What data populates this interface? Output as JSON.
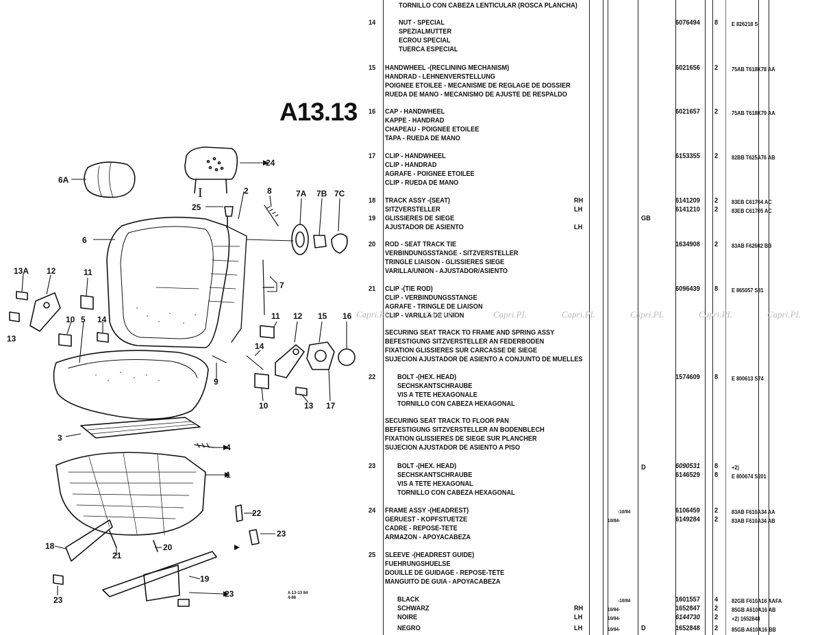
{
  "section": {
    "title": "A13.13",
    "drawing_code": [
      "A 13-13 84",
      "4-88"
    ]
  },
  "callouts": [
    {
      "id": "c24",
      "text": "24"
    },
    {
      "id": "c6A",
      "text": "6A"
    },
    {
      "id": "c2",
      "text": "2"
    },
    {
      "id": "c8",
      "text": "8"
    },
    {
      "id": "c7A",
      "text": "7A"
    },
    {
      "id": "c7B",
      "text": "7B"
    },
    {
      "id": "c7C",
      "text": "7C"
    },
    {
      "id": "c25",
      "text": "25"
    },
    {
      "id": "c6",
      "text": "6"
    },
    {
      "id": "c13A",
      "text": "13A"
    },
    {
      "id": "c12a",
      "text": "12"
    },
    {
      "id": "c11a",
      "text": "11"
    },
    {
      "id": "c13a",
      "text": "13"
    },
    {
      "id": "c10a",
      "text": "10"
    },
    {
      "id": "c5",
      "text": "5"
    },
    {
      "id": "c14a",
      "text": "14"
    },
    {
      "id": "c7",
      "text": "7"
    },
    {
      "id": "c11b",
      "text": "11"
    },
    {
      "id": "c12b",
      "text": "12"
    },
    {
      "id": "c15",
      "text": "15"
    },
    {
      "id": "c16",
      "text": "16"
    },
    {
      "id": "c14b",
      "text": "14"
    },
    {
      "id": "c9",
      "text": "9"
    },
    {
      "id": "c10b",
      "text": "10"
    },
    {
      "id": "c13b",
      "text": "13"
    },
    {
      "id": "c17",
      "text": "17"
    },
    {
      "id": "c3",
      "text": "3"
    },
    {
      "id": "c4",
      "text": "4"
    },
    {
      "id": "c1",
      "text": "1"
    },
    {
      "id": "c22",
      "text": "22"
    },
    {
      "id": "c23a",
      "text": "23"
    },
    {
      "id": "c18",
      "text": "18"
    },
    {
      "id": "c21",
      "text": "21"
    },
    {
      "id": "c20",
      "text": "20"
    },
    {
      "id": "c19",
      "text": "19"
    },
    {
      "id": "c23b",
      "text": "23"
    },
    {
      "id": "c23c",
      "text": "23"
    }
  ],
  "seat_back_mark": "I",
  "parts": [
    {
      "text": "TORNILLO CON CABEZA LENTICULAR (ROSCA PLANCHA)"
    },
    {
      "text": "14"
    },
    {
      "text": "NUT - SPECIAL"
    },
    {
      "text": "SPEZIALMUTTER"
    },
    {
      "text": "ECROU SPECIAL"
    },
    {
      "text": "TUERCA ESPECIAL"
    },
    {
      "text": "6076494"
    },
    {
      "text": "8"
    },
    {
      "text": "E 826218 S"
    },
    {
      "text": "15"
    },
    {
      "text": "HANDWHEEL -(RECLINING MECHANISM)"
    },
    {
      "text": "HANDRAD - LEHNENVERSTELLUNG"
    },
    {
      "text": "POIGNEE ETOILEE - MECANISME DE REGLAGE DE DOSSIER"
    },
    {
      "text": "RUEDA DE MANO - MECANISMO DE AJUSTE DE RESPALDO"
    },
    {
      "text": "6021656"
    },
    {
      "text": "2"
    },
    {
      "text": "75AB T618K78 AA"
    },
    {
      "text": "16"
    },
    {
      "text": "CAP - HANDWHEEL"
    },
    {
      "text": "KAPPE - HANDRAD"
    },
    {
      "text": "CHAPEAU - POIGNEE ETOILEE"
    },
    {
      "text": "TAPA - RUEDA DE MANO"
    },
    {
      "text": "6021657"
    },
    {
      "text": "2"
    },
    {
      "text": "75AB T618K79 AA"
    },
    {
      "text": "17"
    },
    {
      "text": "CLIP - HANDWHEEL"
    },
    {
      "text": "CLIP - HANDRAD"
    },
    {
      "text": "AGRAFE - POIGNEE ETOILEE"
    },
    {
      "text": "CLIP - RUEDA DE MANO"
    },
    {
      "text": "6153355"
    },
    {
      "text": "2"
    },
    {
      "text": "82BB T625A76 AB"
    },
    {
      "text": "18"
    },
    {
      "text": "TRACK ASSY -(SEAT)"
    },
    {
      "text": "SITZVERSTELLER"
    },
    {
      "text": "19"
    },
    {
      "text": "GLISSIERES DE SIEGE"
    },
    {
      "text": "AJUSTADOR DE ASIENTO"
    },
    {
      "text": "RH"
    },
    {
      "text": "LH"
    },
    {
      "text": "LH"
    },
    {
      "text": "GB"
    },
    {
      "text": "6141209"
    },
    {
      "text": "2"
    },
    {
      "text": "83EB C61704 AC"
    },
    {
      "text": "6141210"
    },
    {
      "text": "2"
    },
    {
      "text": "83EB C61705 AC"
    },
    {
      "text": "20"
    },
    {
      "text": "ROD - SEAT TRACK TIE"
    },
    {
      "text": "VERBINDUNGSSTANGE - SITZVERSTELLER"
    },
    {
      "text": "TRINGLE LIAISON - GLISSIERES SIEGE"
    },
    {
      "text": "VARILLA/UNION - AJUSTADOR/ASIENTO"
    },
    {
      "text": "1634908"
    },
    {
      "text": "2"
    },
    {
      "text": "83AB F62602 BB"
    },
    {
      "text": "21"
    },
    {
      "text": "CLIP -(TIE ROD)"
    },
    {
      "text": "CLIP - VERBINDUNGSSTANGE"
    },
    {
      "text": "AGRAFE - TRINGLE DE LIAISON"
    },
    {
      "text": "CLIP - VARILLA DE UNION"
    },
    {
      "text": "6096439"
    },
    {
      "text": "8"
    },
    {
      "text": "E 865057 S81"
    },
    {
      "text": "SECURING SEAT TRACK TO FRAME AND SPRING ASSY"
    },
    {
      "text": "BEFESTIGUNG SITZVERSTELLER AN FEDERBODEN"
    },
    {
      "text": "FIXATION GLISSIERES SUR CARCASSE DE SIEGE"
    },
    {
      "text": "SUJECION AJUSTADOR DE ASIENTO A CONJUNTO DE MUELLES"
    },
    {
      "text": "22"
    },
    {
      "text": "BOLT -(HEX. HEAD)"
    },
    {
      "text": "SECHSKANTSCHRAUBE"
    },
    {
      "text": "VIS A TETE HEXAGONALE"
    },
    {
      "text": "TORNILLO CON CABEZA HEXAGONAL"
    },
    {
      "text": "1574609"
    },
    {
      "text": "8"
    },
    {
      "text": "E 800613 S74"
    },
    {
      "text": "SECURING SEAT TRACK TO FLOOR PAN"
    },
    {
      "text": "BEFESTIGUNG SITZVERSTELLER AN BODENBLECH"
    },
    {
      "text": "FIXATION GLISSIERES DE SIEGE SUR PLANCHER"
    },
    {
      "text": "SUJECION AJUSTADOR DE ASIENTO A PISO"
    },
    {
      "text": "23"
    },
    {
      "text": "BOLT -(HEX. HEAD)"
    },
    {
      "text": "SECHSKANTSCHRAUBE"
    },
    {
      "text": "VIS A TETE HEXAGONAL"
    },
    {
      "text": "TORNILLO CON CABEZA HEXAGONAL"
    },
    {
      "text": "D"
    },
    {
      "text": "6090531"
    },
    {
      "text": "8"
    },
    {
      "text": "+2)"
    },
    {
      "text": "6146529"
    },
    {
      "text": "8"
    },
    {
      "text": "E 800674 S201"
    },
    {
      "text": "24"
    },
    {
      "text": "FRAME ASSY -(HEADREST)"
    },
    {
      "text": "GERUEST - KOPFSTUETZE"
    },
    {
      "text": "CADRE - REPOSE-TETE"
    },
    {
      "text": "ARMAZON - APOYACABEZA"
    },
    {
      "text": "-10/84"
    },
    {
      "text": "10/84-"
    },
    {
      "text": "6106459"
    },
    {
      "text": "2"
    },
    {
      "text": "83AB F610A34 AA"
    },
    {
      "text": "6149284"
    },
    {
      "text": "2"
    },
    {
      "text": "83AB F610A34 AB"
    },
    {
      "text": "25"
    },
    {
      "text": "SLEEVE -(HEADREST GUIDE)"
    },
    {
      "text": "FUEHRUNGSHUELSE"
    },
    {
      "text": "DOUILLE DE GUIDAGE - REPOSE-TETE"
    },
    {
      "text": "MANGUITO DE GUIA - APOYACABEZA"
    },
    {
      "text": "BLACK"
    },
    {
      "text": "SCHWARZ"
    },
    {
      "text": "NOIRE"
    },
    {
      "text": "NEGRO"
    },
    {
      "text": "RH"
    },
    {
      "text": "LH"
    },
    {
      "text": "LH"
    },
    {
      "text": "-10/84"
    },
    {
      "text": "10/84-"
    },
    {
      "text": "10/84-"
    },
    {
      "text": "10/84-"
    },
    {
      "text": "D"
    },
    {
      "text": "1601557"
    },
    {
      "text": "4"
    },
    {
      "text": "82GB F610A16 AAFA"
    },
    {
      "text": "1652847"
    },
    {
      "text": "2"
    },
    {
      "text": "85GB A610A16 AB"
    },
    {
      "text": "6144730"
    },
    {
      "text": "2"
    },
    {
      "text": "+2) 1652848"
    },
    {
      "text": "1652848"
    },
    {
      "text": "2"
    },
    {
      "text": "85GB A610A16 BB"
    }
  ],
  "watermark": "Capri.PL"
}
